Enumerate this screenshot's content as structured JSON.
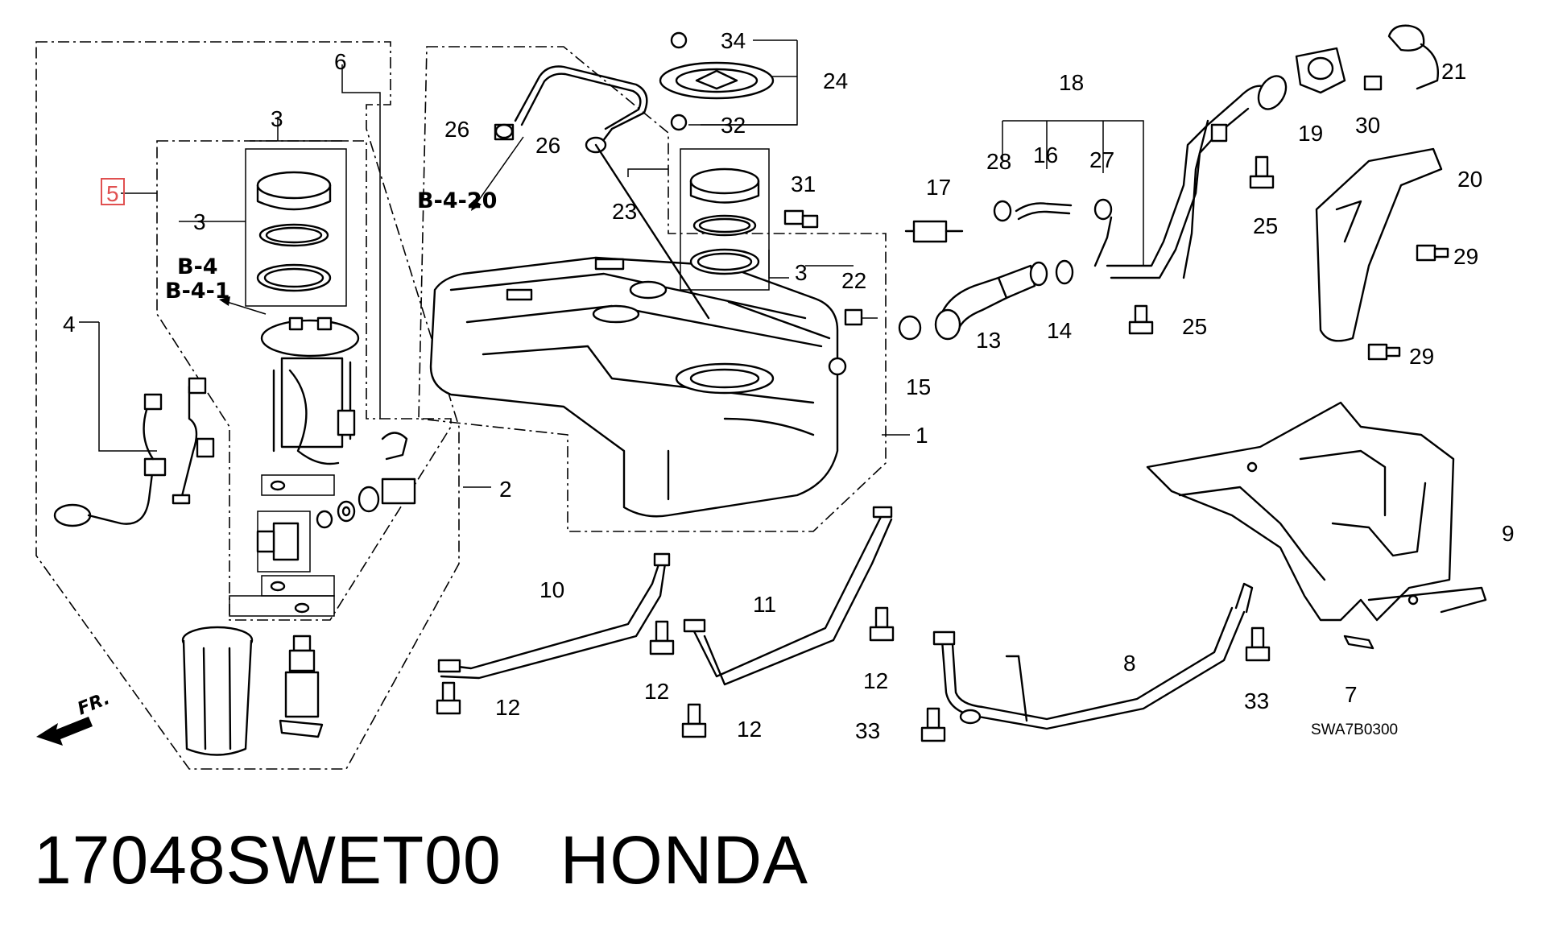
{
  "callouts": {
    "n1": "1",
    "n2": "2",
    "n3a": "3",
    "n3b": "3",
    "n3c": "3",
    "n4": "4",
    "n5": "5",
    "n6": "6",
    "n7": "7",
    "n8": "8",
    "n9": "9",
    "n10": "10",
    "n11": "11",
    "n12a": "12",
    "n12b": "12",
    "n12c": "12",
    "n12d": "12",
    "n13": "13",
    "n14": "14",
    "n15": "15",
    "n16": "16",
    "n17": "17",
    "n18": "18",
    "n19": "19",
    "n20": "20",
    "n21": "21",
    "n22": "22",
    "n23": "23",
    "n24": "24",
    "n25a": "25",
    "n25b": "25",
    "n26a": "26",
    "n26b": "26",
    "n27": "27",
    "n28": "28",
    "n29a": "29",
    "n29b": "29",
    "n30": "30",
    "n31": "31",
    "n32": "32",
    "n33a": "33",
    "n33b": "33",
    "n34": "34"
  },
  "references": {
    "b420": "B-4-20",
    "b4": "B-4",
    "b41": "B-4-1"
  },
  "front_label": "FR.",
  "diagram_code": "SWA7B0300",
  "highlight_color": "#e05050",
  "caption": {
    "part_number": "17048SWET00",
    "brand": "HONDA"
  }
}
